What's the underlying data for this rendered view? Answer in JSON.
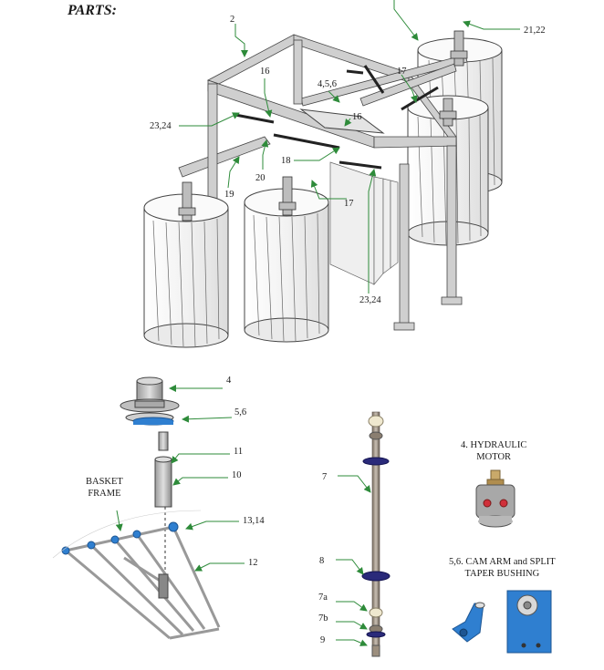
{
  "title": "PARTS:",
  "callouts": {
    "c2": "2",
    "c21_22": "21,22",
    "c16a": "16",
    "c17a": "17",
    "c456": "4,5,6",
    "c16b": "16",
    "c23_24a": "23,24",
    "c18": "18",
    "c20": "20",
    "c19": "19",
    "c17b": "17",
    "c23_24b": "23,24",
    "c4": "4",
    "c56": "5,6",
    "c11": "11",
    "c10": "10",
    "c13_14": "13,14",
    "c12": "12",
    "c7": "7",
    "c8": "8",
    "c7a": "7a",
    "c7b": "7b",
    "c9": "9"
  },
  "captions": {
    "basket_frame_l1": "BASKET",
    "basket_frame_l2": "FRAME",
    "hyd_motor_l1": "4. HYDRAULIC",
    "hyd_motor_l2": "MOTOR",
    "cam_arm_l1": "5,6. CAM ARM and SPLIT",
    "cam_arm_l2": "TAPER BUSHING"
  },
  "colors": {
    "arrow": "#2e8b3a",
    "frame": "#c9c9c9",
    "outline": "#555555",
    "blue_part": "#2f7fd0",
    "red_port": "#d0303a",
    "brass": "#b89a5a"
  }
}
